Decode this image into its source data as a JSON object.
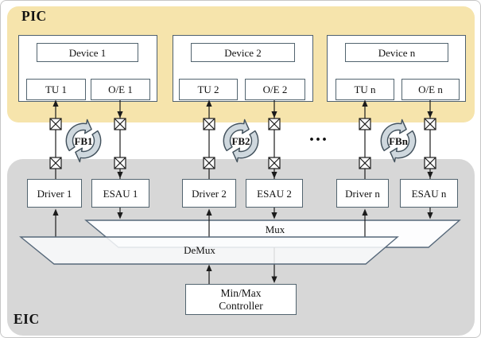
{
  "pic_label": "PIC",
  "eic_label": "EIC",
  "pic_modules": [
    {
      "device": "Device 1",
      "tu": "TU 1",
      "oe": "O/E 1"
    },
    {
      "device": "Device 2",
      "tu": "TU 2",
      "oe": "O/E 2"
    },
    {
      "device": "Device n",
      "tu": "TU n",
      "oe": "O/E n"
    }
  ],
  "feedback_loops": [
    {
      "label": "FB1"
    },
    {
      "label": "FB2"
    },
    {
      "label": "FBn"
    }
  ],
  "ellipsis": "...",
  "eic_modules": [
    {
      "driver": "Driver 1",
      "esau": "ESAU 1"
    },
    {
      "driver": "Driver 2",
      "esau": "ESAU 2"
    },
    {
      "driver": "Driver n",
      "esau": "ESAU n"
    }
  ],
  "mux_label": "Mux",
  "demux_label": "DeMux",
  "controller": {
    "line1": "Min/Max",
    "line2": "Controller"
  },
  "colors": {
    "pic_background": "#f6e4ac",
    "eic_background": "#d7d7d7",
    "box_border": "#52646f",
    "line": "#1b1b1b",
    "fb_fill": "#cfd8de",
    "fb_stroke": "#43525d"
  }
}
